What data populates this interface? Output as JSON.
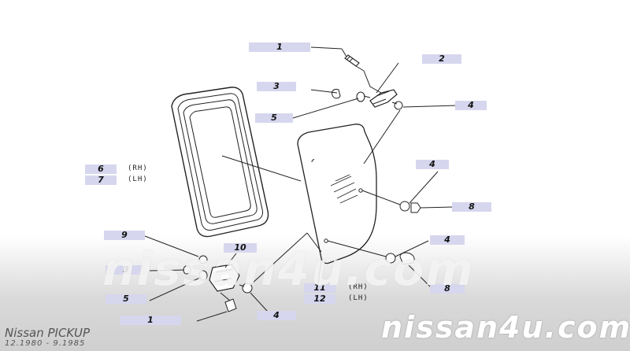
{
  "callouts": {
    "c1_top": "1",
    "c2": "2",
    "c3_top": "3",
    "c4_top": "4",
    "c5_top": "5",
    "c6": "6",
    "c7": "7",
    "c4_mid": "4",
    "c8_mid": "8",
    "c9": "9",
    "c10": "10",
    "c4_low": "4",
    "c3_bot": "3",
    "c8_low": "8",
    "c5_bot": "5",
    "c11": "11",
    "c12": "12",
    "c1_bot": "1",
    "c4_bot": "4"
  },
  "side_labels": {
    "rh_left": "(RH)",
    "lh_left": "(LH)",
    "rh_right": "(RH)",
    "lh_right": "(LH)"
  },
  "watermarks": {
    "center": "nissan4u.com",
    "corner": "nissan4u.com"
  },
  "caption": {
    "title": "Nissan PICKUP",
    "range": "12.1980 - 9.1985"
  },
  "colors": {
    "callout_bg": "#d6d6ee",
    "line": "#222222"
  }
}
